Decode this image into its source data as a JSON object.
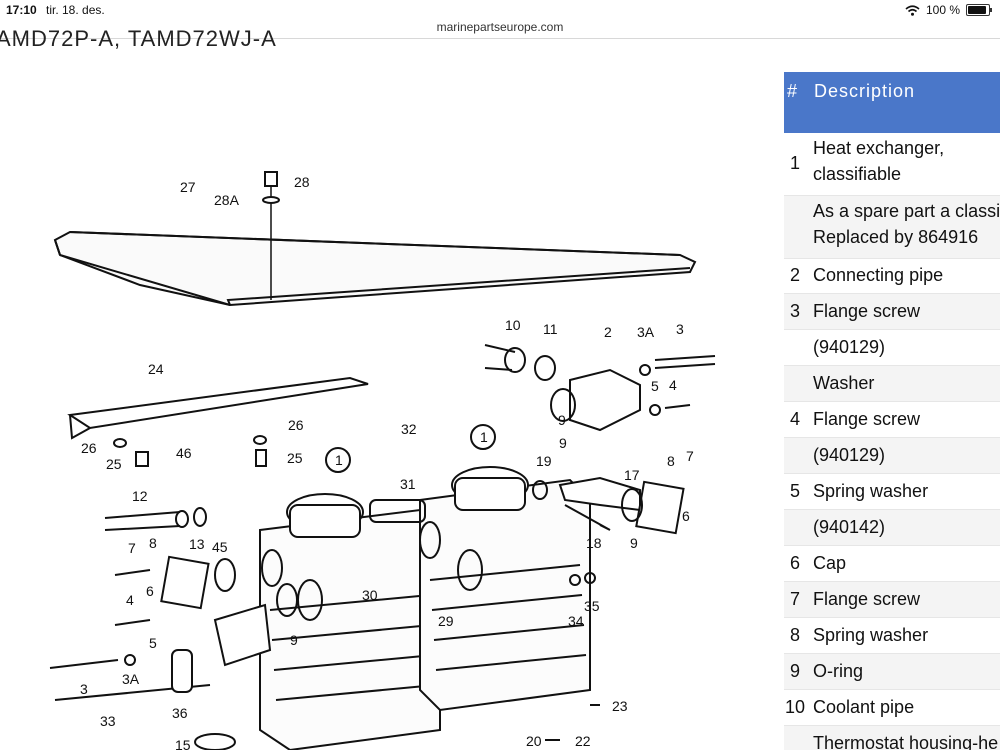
{
  "status_bar": {
    "time": "17:10",
    "date": "tir. 18. des.",
    "battery": "100 %",
    "battery_level": 1.0
  },
  "browser": {
    "url": "marinepartseurope.com"
  },
  "page": {
    "model_title": "AMD72P-A, TAMD72WJ-A"
  },
  "diagram": {
    "labels": [
      "27",
      "28",
      "28A",
      "24",
      "26",
      "26",
      "25",
      "25",
      "46",
      "12",
      "13",
      "45",
      "7",
      "8",
      "6",
      "4",
      "5",
      "3",
      "3A",
      "33",
      "36",
      "15",
      "1",
      "1",
      "32",
      "31",
      "30",
      "29",
      "9",
      "9",
      "10",
      "11",
      "2",
      "3A",
      "3",
      "5",
      "4",
      "9",
      "19",
      "17",
      "8",
      "7",
      "6",
      "18",
      "9",
      "34",
      "35",
      "23",
      "20",
      "22"
    ]
  },
  "table": {
    "headers": {
      "num": "#",
      "desc": "Description"
    },
    "rows": [
      {
        "num": "1",
        "lines": [
          "Heat exchanger,",
          "classifiable"
        ]
      },
      {
        "num": "",
        "lines": [
          "As a spare part a classi",
          "Replaced by 864916"
        ]
      },
      {
        "num": "2",
        "lines": [
          "Connecting pipe"
        ]
      },
      {
        "num": "3",
        "lines": [
          "Flange screw"
        ]
      },
      {
        "num": "",
        "lines": [
          "(940129)"
        ]
      },
      {
        "num": "",
        "lines": [
          "Washer"
        ]
      },
      {
        "num": "4",
        "lines": [
          "Flange screw"
        ]
      },
      {
        "num": "",
        "lines": [
          "(940129)"
        ]
      },
      {
        "num": "5",
        "lines": [
          "Spring washer"
        ]
      },
      {
        "num": "",
        "lines": [
          "(940142)"
        ]
      },
      {
        "num": "6",
        "lines": [
          "Cap"
        ]
      },
      {
        "num": "7",
        "lines": [
          "Flange screw"
        ]
      },
      {
        "num": "8",
        "lines": [
          "Spring washer"
        ]
      },
      {
        "num": "9",
        "lines": [
          "O-ring"
        ]
      },
      {
        "num": "10",
        "lines": [
          "Coolant pipe"
        ]
      },
      {
        "num": "",
        "lines": [
          "Thermostat housing-he"
        ]
      }
    ]
  }
}
